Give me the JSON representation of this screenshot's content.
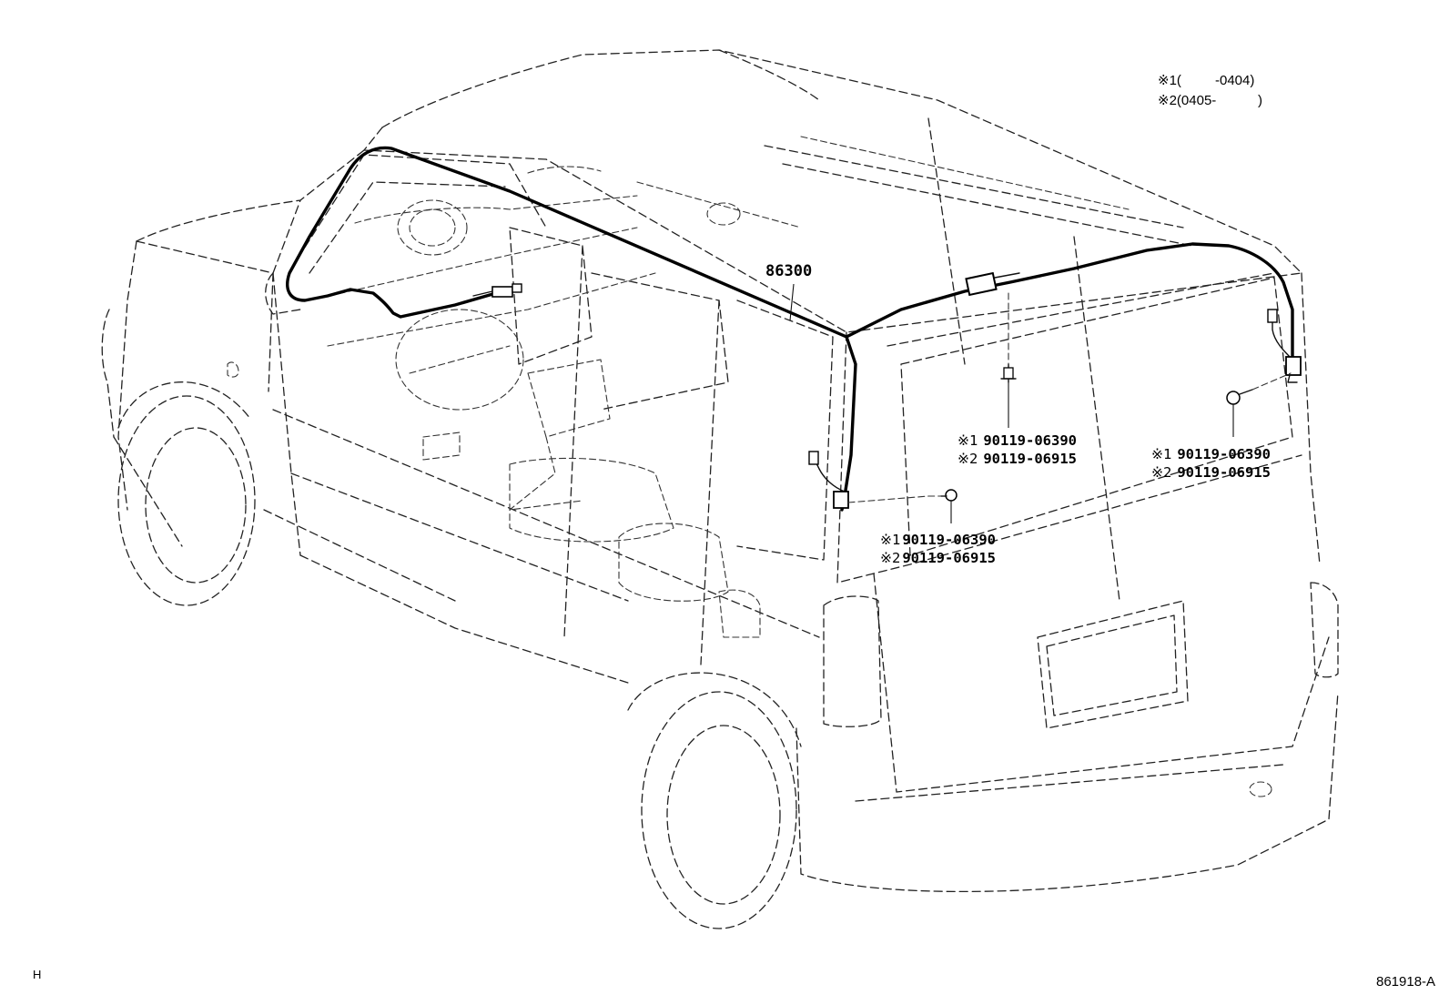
{
  "diagram": {
    "harness_part_number": "86300",
    "legend": [
      {
        "mark": "※1",
        "range_open": "(",
        "range_end": "-0404)"
      },
      {
        "mark": "※2",
        "range_open": "(",
        "range_start": "0405-",
        "range_close": ")"
      }
    ],
    "callouts": [
      {
        "id": "center-roof-bolt",
        "lines": [
          {
            "mark": "※1",
            "part": "90119-06390"
          },
          {
            "mark": "※2",
            "part": "90119-06915"
          }
        ]
      },
      {
        "id": "right-rear-bolt",
        "lines": [
          {
            "mark": "※1",
            "part": "90119-06390"
          },
          {
            "mark": "※2",
            "part": "90119-06915"
          }
        ]
      },
      {
        "id": "left-rear-bolt",
        "lines": [
          {
            "mark": "※1",
            "part": "90119-06390"
          },
          {
            "mark": "※2",
            "part": "90119-06915"
          }
        ]
      }
    ],
    "footer_left": "H",
    "figure_code": "861918-A"
  }
}
